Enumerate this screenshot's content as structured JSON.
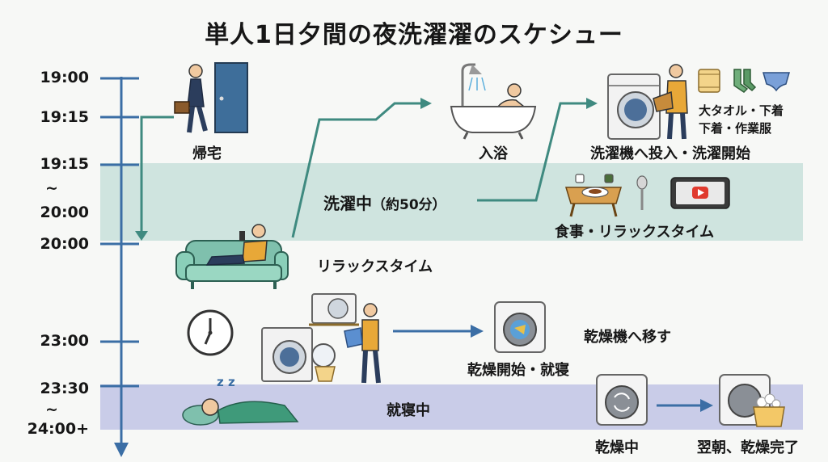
{
  "title": "単人1日夕間の夜洗濯濯のスケシュー",
  "times": {
    "t1900": "19:00",
    "t1915a": "19:15",
    "t1915b": "19:15",
    "tilde1": "~",
    "t2000a": "20:00",
    "t2000b": "20:00",
    "t2300": "23:00",
    "t2330": "23:30",
    "tilde2": "~",
    "t2400": "24:00+"
  },
  "labels": {
    "home": "帰宅",
    "bath": "入浴",
    "wash_start": "洗濯機へ投入・洗濯開始",
    "laundry_items_1": "大タオル・下着",
    "laundry_items_2": "下着・作業服",
    "washing": "洗濯中",
    "washing_duration": "（約50分）",
    "meal_relax": "食事・リラックスタイム",
    "relax": "リラックスタイム",
    "move_to_dryer": "乾燥機へ移す",
    "dry_start_sleep": "乾燥開始・就寝",
    "sleeping": "就寝中",
    "drying": "乾燥中",
    "morning_done": "翌朝、乾燥完了",
    "zzz": "z z"
  },
  "colors": {
    "timeline": "#3b6ea5",
    "arrow_green": "#3f8a80",
    "arrow_blue": "#3b6ea5",
    "band_green": "#cfe4df",
    "band_purple": "#c9cce8"
  }
}
